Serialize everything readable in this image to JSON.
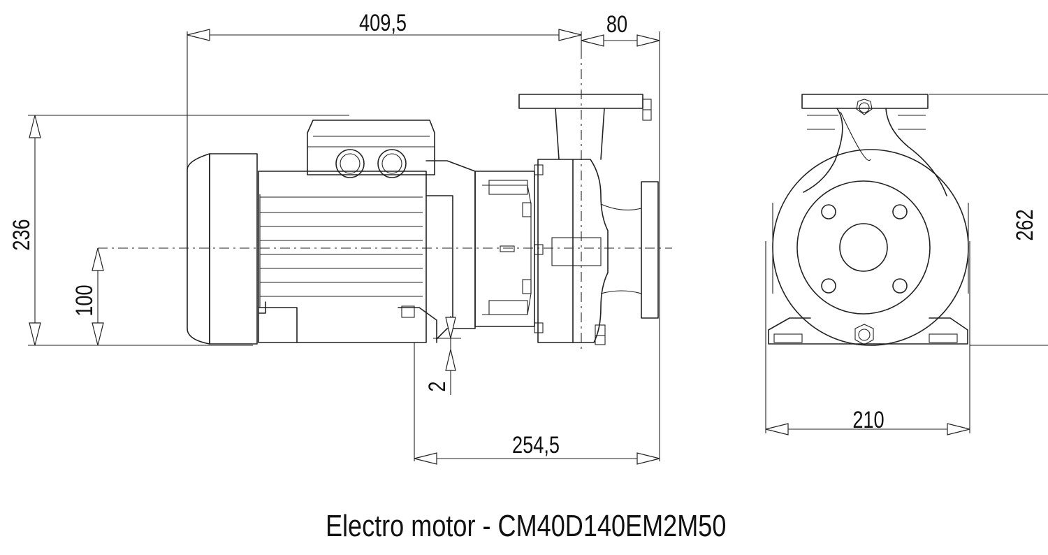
{
  "caption": "Electro motor - CM40D140EM2M50",
  "dimensions": {
    "overall_length": "409,5",
    "suction_depth": "80",
    "overall_height": "236",
    "axis_height": "100",
    "foot_offset": "2",
    "foot_to_flange": "254,5",
    "end_view_width": "210",
    "end_view_height": "262"
  }
}
